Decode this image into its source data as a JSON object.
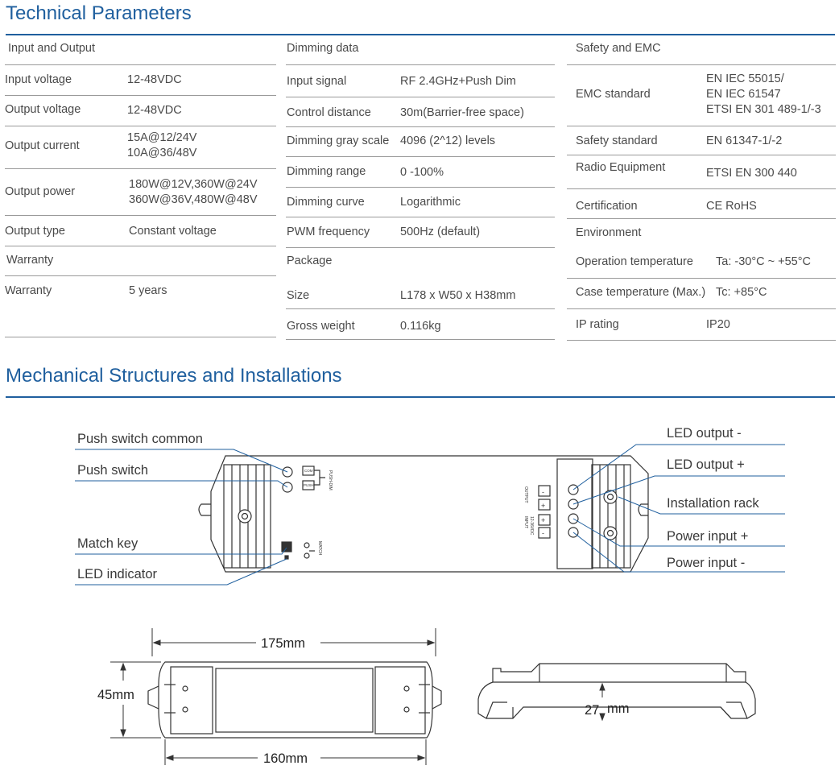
{
  "headings": {
    "technical": "Technical Parameters",
    "mechanical": "Mechanical Structures and Installations"
  },
  "col1": {
    "title": "Input and Output",
    "rows": [
      {
        "k": "Input voltage",
        "v": "12-48VDC"
      },
      {
        "k": "Output voltage",
        "v": "12-48VDC"
      },
      {
        "k": "Output current",
        "v1": "15A@12/24V",
        "v2": "10A@36/48V"
      },
      {
        "k": "Output power",
        "v1": "180W@12V,360W@24V",
        "v2": "360W@36V,480W@48V"
      },
      {
        "k": "Output type",
        "v": "Constant voltage"
      }
    ],
    "warranty_title": "Warranty",
    "warranty": {
      "k": "Warranty",
      "v": "5 years"
    }
  },
  "col2": {
    "title": "Dimming data",
    "rows": [
      {
        "k": "Input signal",
        "v": "RF 2.4GHz+Push Dim"
      },
      {
        "k": "Control distance",
        "v": "30m(Barrier-free space)"
      },
      {
        "k": "Dimming gray scale",
        "v": "4096 (2^12) levels"
      },
      {
        "k": "Dimming range",
        "v": "0 -100%"
      },
      {
        "k": "Dimming curve",
        "v": "Logarithmic"
      },
      {
        "k": "PWM frequency",
        "v": "500Hz (default)"
      }
    ],
    "package_title": "Package",
    "package": [
      {
        "k": "Size",
        "v": "L178 x W50 x H38mm"
      },
      {
        "k": "Gross weight",
        "v": "0.116kg"
      }
    ]
  },
  "col3": {
    "title": "Safety and EMC",
    "emc": {
      "k": "EMC standard",
      "v1": "EN IEC 55015/",
      "v2": "EN IEC 61547",
      "v3": "ETSI EN 301 489-1/-3"
    },
    "rows": [
      {
        "k": "Safety standard",
        "v": "EN 61347-1/-2"
      },
      {
        "k": "Radio Equipment",
        "v": "ETSI EN 300 440"
      },
      {
        "k": "Certification",
        "v": "CE RoHS"
      }
    ],
    "env_title": "Environment",
    "env": [
      {
        "k": "Operation temperature",
        "v": "Ta: -30°C ~ +55°C"
      },
      {
        "k": "Case temperature (Max.)",
        "v": "Tc: +85°C"
      },
      {
        "k": "IP rating",
        "v": "IP20"
      }
    ]
  },
  "diagram": {
    "labels": {
      "push_common": "Push switch common",
      "push_switch": "Push switch",
      "match_key": "Match key",
      "led_indicator": "LED indicator",
      "led_out_neg": "LED output -",
      "led_out_pos": "LED output +",
      "install_rack": "Installation rack",
      "power_pos": "Power input +",
      "power_neg": "Power input -"
    },
    "silk": {
      "push_dim": "PUSH-DIM",
      "com": "COM",
      "push": "PUSH",
      "match": "MATCH",
      "output": "OUTPUT",
      "input": "INPUT",
      "input_range": "12-36VDC",
      "plus": "+",
      "minus": "-"
    },
    "dims": {
      "length": "175mm",
      "height": "45mm",
      "inner": "160mm",
      "depth_num": "27",
      "depth_unit": "mm",
      "mm": "mm",
      "height_num": "45"
    }
  },
  "colors": {
    "accent": "#1f5f9e",
    "rule": "#9a9a9a",
    "line": "#1f5f9e"
  }
}
